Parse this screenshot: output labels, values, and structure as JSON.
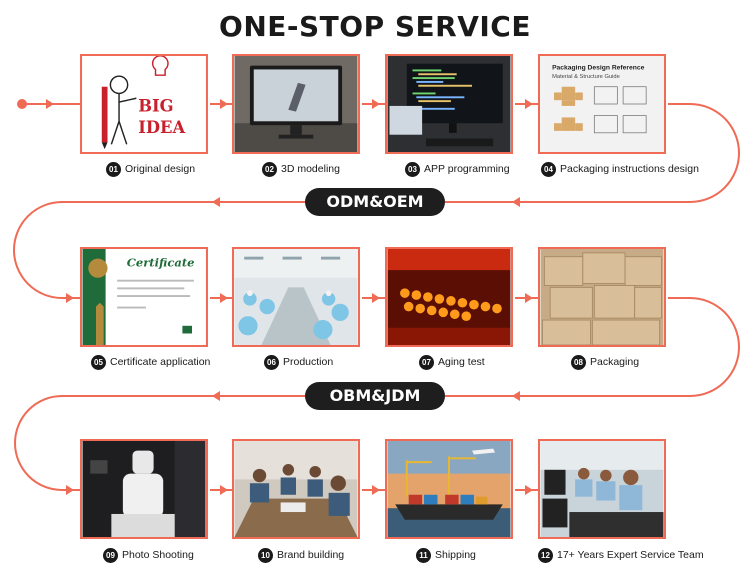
{
  "title": "ONE-STOP SERVICE",
  "stages": [
    "ODM&OEM",
    "OBM&JDM"
  ],
  "accent_color": "#ef6b55",
  "steps": [
    {
      "num": "01",
      "label": "Original design",
      "image_text": [
        "BIG",
        "IDEA"
      ]
    },
    {
      "num": "02",
      "label": "3D modeling"
    },
    {
      "num": "03",
      "label": "APP programming"
    },
    {
      "num": "04",
      "label": "Packaging instructions design",
      "image_text": [
        "Packaging Design Reference",
        "Material & Structure Guide"
      ]
    },
    {
      "num": "05",
      "label": "Certificate application",
      "image_text": [
        "Certificate"
      ]
    },
    {
      "num": "06",
      "label": "Production"
    },
    {
      "num": "07",
      "label": "Aging test"
    },
    {
      "num": "08",
      "label": "Packaging"
    },
    {
      "num": "09",
      "label": "Photo Shooting"
    },
    {
      "num": "10",
      "label": "Brand building"
    },
    {
      "num": "11",
      "label": "Shipping"
    },
    {
      "num": "12",
      "label": "17+ Years Expert Service Team"
    }
  ]
}
